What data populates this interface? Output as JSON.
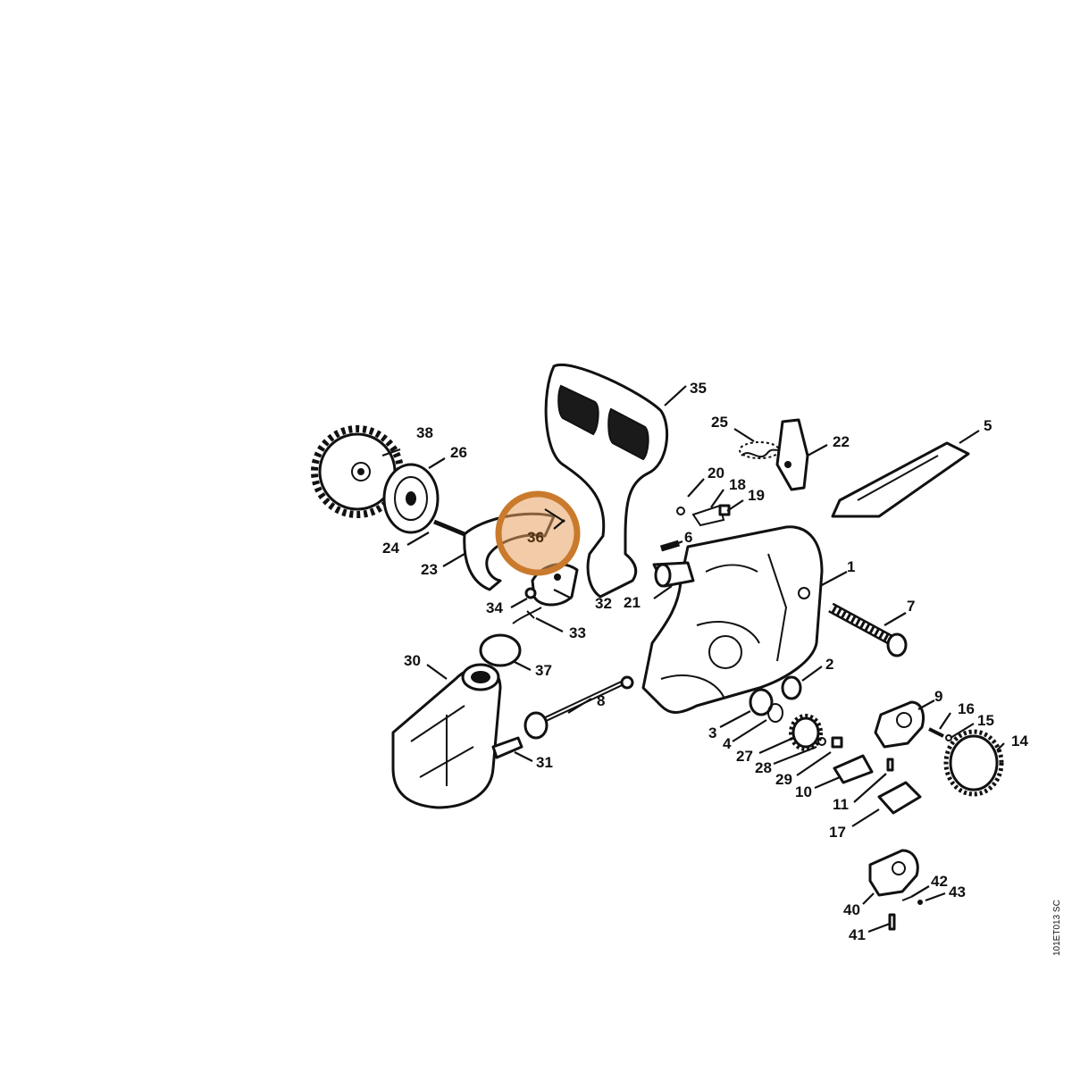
{
  "callouts": [
    {
      "num": "1"
    },
    {
      "num": "2"
    },
    {
      "num": "3"
    },
    {
      "num": "4"
    },
    {
      "num": "5"
    },
    {
      "num": "6"
    },
    {
      "num": "7"
    },
    {
      "num": "8"
    },
    {
      "num": "9"
    },
    {
      "num": "10"
    },
    {
      "num": "11"
    },
    {
      "num": "14"
    },
    {
      "num": "15"
    },
    {
      "num": "16"
    },
    {
      "num": "17"
    },
    {
      "num": "18"
    },
    {
      "num": "19"
    },
    {
      "num": "20"
    },
    {
      "num": "21"
    },
    {
      "num": "22"
    },
    {
      "num": "23"
    },
    {
      "num": "24"
    },
    {
      "num": "25"
    },
    {
      "num": "26"
    },
    {
      "num": "27"
    },
    {
      "num": "28"
    },
    {
      "num": "29"
    },
    {
      "num": "30"
    },
    {
      "num": "31"
    },
    {
      "num": "32"
    },
    {
      "num": "33"
    },
    {
      "num": "34"
    },
    {
      "num": "35"
    },
    {
      "num": "36"
    },
    {
      "num": "37"
    },
    {
      "num": "38"
    },
    {
      "num": "40"
    },
    {
      "num": "41"
    },
    {
      "num": "42"
    },
    {
      "num": "43"
    }
  ],
  "highlighted_part": "36",
  "highlight_color": "#e8a060",
  "drawing_code": "101ET013 SC"
}
